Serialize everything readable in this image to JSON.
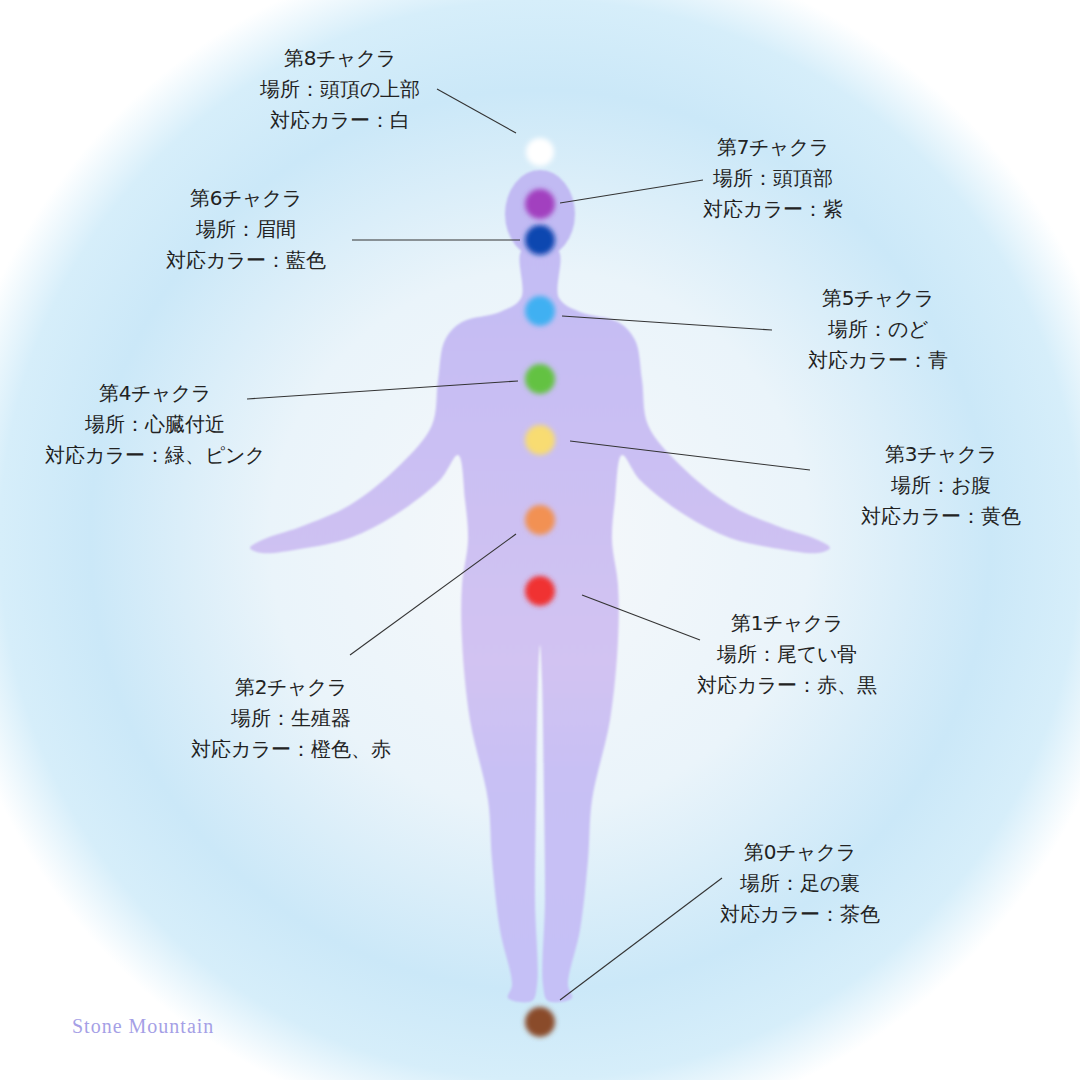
{
  "diagram": {
    "labels": [
      "第8チャクラ",
      "場所：頭頂の上部",
      "対応カラー：白",
      "第7チャクラ",
      "場所：頭頂部",
      "対応カラー：紫",
      "第6チャクラ",
      "場所：眉間",
      "対応カラー：藍色",
      "第5チャクラ",
      "場所：のど",
      "対応カラー：青",
      "第4チャクラ",
      "場所：心臓付近",
      "対応カラー：緑、ピンク",
      "第3チャクラ",
      "場所：お腹",
      "対応カラー：黄色",
      "第2チャクラ",
      "場所：生殖器",
      "対応カラー：橙色、赤",
      "第1チャクラ",
      "場所：尾てい骨",
      "対応カラー：赤、黒",
      "第0チャクラ",
      "場所：足の裏",
      "対応カラー：茶色",
      "Stone Mountain"
    ]
  }
}
